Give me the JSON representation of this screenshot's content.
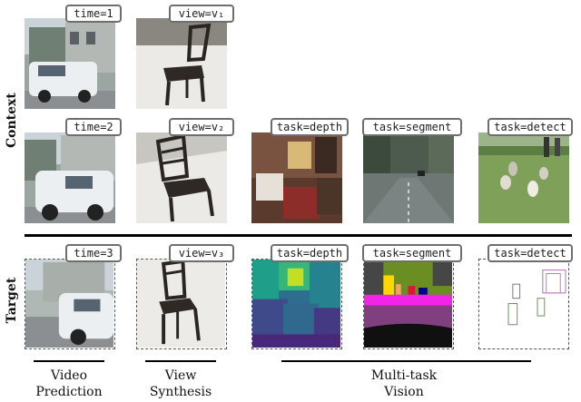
{
  "row_labels": {
    "context": "Context",
    "target": "Target"
  },
  "tags": {
    "c1_time": "time=1",
    "c1_view": "view=v₁",
    "c2_time": "time=2",
    "c2_view": "view=v₂",
    "c2_depth": "task=depth",
    "c2_segment": "task=segment",
    "c2_detect": "task=detect",
    "t_time": "time=3",
    "t_view": "view=v₃",
    "t_depth": "task=depth",
    "t_segment": "task=segment",
    "t_detect": "task=detect"
  },
  "captions": {
    "video": [
      "Video",
      "Prediction"
    ],
    "view": [
      "View",
      "Synthesis"
    ],
    "multitask": [
      "Multi-task",
      "Vision"
    ]
  }
}
